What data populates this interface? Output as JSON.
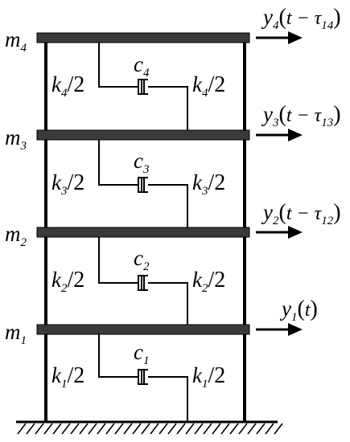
{
  "floors": [
    {
      "mass": {
        "base": "m",
        "sub": "1"
      },
      "damper": {
        "base": "c",
        "sub": "1"
      },
      "left_spring": {
        "base": "k",
        "sub": "1",
        "rest": "/2"
      },
      "right_spring": {
        "base": "k",
        "sub": "1",
        "rest": "/2"
      },
      "input": {
        "base": "y",
        "sub": "1",
        "open": "(",
        "arg": "t",
        "close": ")"
      }
    },
    {
      "mass": {
        "base": "m",
        "sub": "2"
      },
      "damper": {
        "base": "c",
        "sub": "2"
      },
      "left_spring": {
        "base": "k",
        "sub": "2",
        "rest": "/2"
      },
      "right_spring": {
        "base": "k",
        "sub": "2",
        "rest": "/2"
      },
      "input": {
        "base": "y",
        "sub": "2",
        "open": "(",
        "arg": "t − τ",
        "arg_sub": "12",
        "close": ")"
      }
    },
    {
      "mass": {
        "base": "m",
        "sub": "3"
      },
      "damper": {
        "base": "c",
        "sub": "3"
      },
      "left_spring": {
        "base": "k",
        "sub": "3",
        "rest": "/2"
      },
      "right_spring": {
        "base": "k",
        "sub": "3",
        "rest": "/2"
      },
      "input": {
        "base": "y",
        "sub": "3",
        "open": "(",
        "arg": "t − τ",
        "arg_sub": "13",
        "close": ")"
      }
    },
    {
      "mass": {
        "base": "m",
        "sub": "4"
      },
      "damper": {
        "base": "c",
        "sub": "4"
      },
      "left_spring": {
        "base": "k",
        "sub": "4",
        "rest": "/2"
      },
      "right_spring": {
        "base": "k",
        "sub": "4",
        "rest": "/2"
      },
      "input": {
        "base": "y",
        "sub": "4",
        "open": "(",
        "arg": "t − τ",
        "arg_sub": "14",
        "close": ")"
      }
    }
  ],
  "colors": {
    "ink": "#000000",
    "slab": "#3a3a3a",
    "ground": "#000000"
  }
}
